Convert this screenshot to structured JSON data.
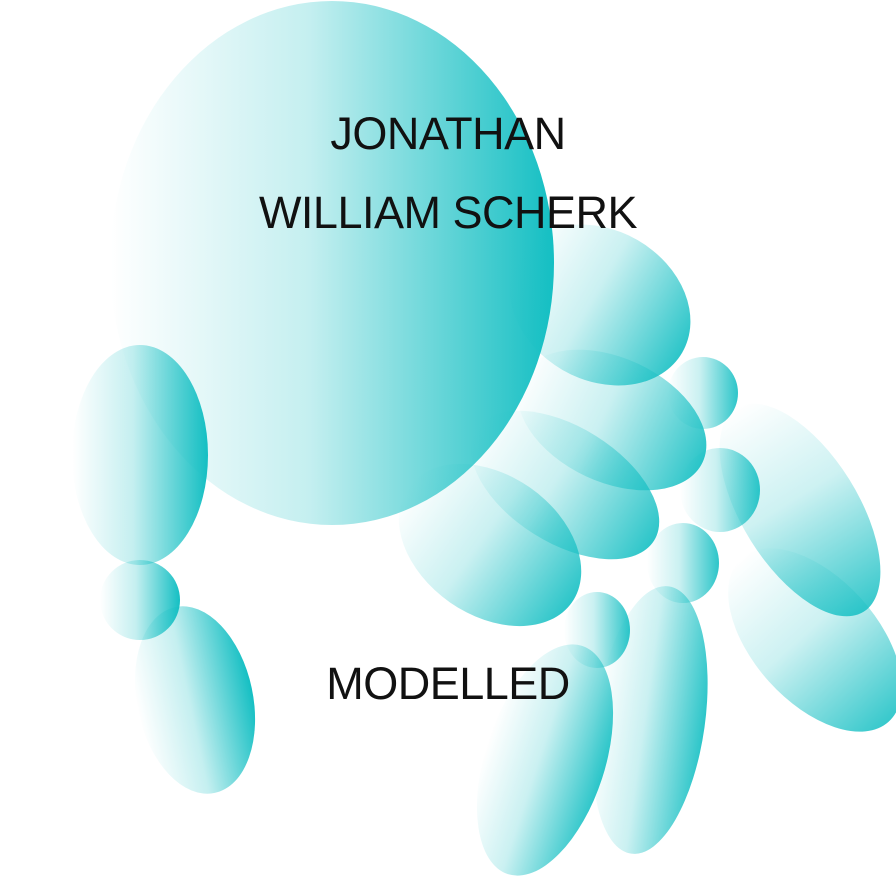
{
  "poster": {
    "name_line_1": "JONATHAN",
    "name_line_2": "WILLIAM SCHERK",
    "subtitle": "MODELLED"
  },
  "colors": {
    "accent": "#14bfc3",
    "text": "#111111",
    "background": "#ffffff"
  }
}
